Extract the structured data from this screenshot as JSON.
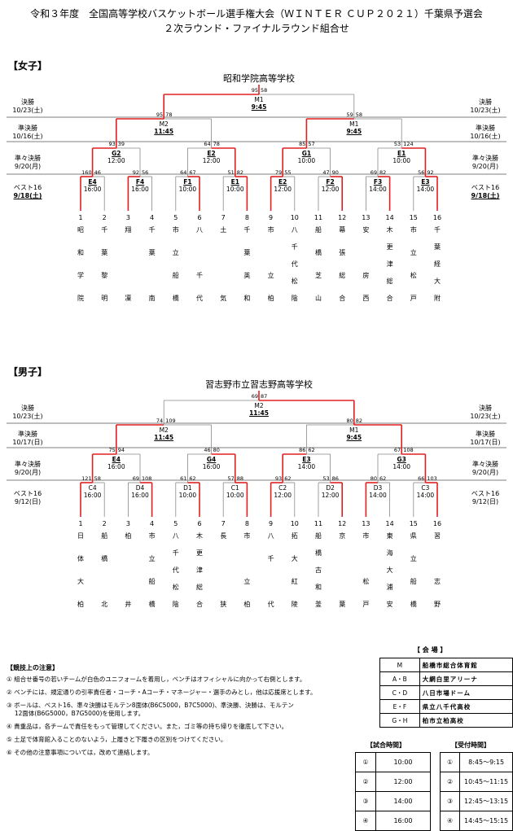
{
  "header": {
    "line1": "令和３年度　全国高等学校バスケットボール選手権大会（ＷＩＮＴＥＲ ＣＵＰ２０２１）千葉県予選会",
    "line2": "２次ラウンド・ファイナルラウンド組合せ"
  },
  "women": {
    "label": "【女子】",
    "champion": "昭和学院高等学校",
    "rounds_left": [
      {
        "name": "決勝",
        "date": "10/23(土)"
      },
      {
        "name": "準決勝",
        "date": "10/16(土)"
      },
      {
        "name": "準々決勝",
        "date": "9/20(月)"
      },
      {
        "name": "ベスト16",
        "date": "9/18(土)"
      }
    ],
    "rounds_right": [
      {
        "name": "決勝",
        "date": "10/23(土)"
      },
      {
        "name": "準決勝",
        "date": "10/16(土)"
      },
      {
        "name": "準々決勝",
        "date": "9/20(月)"
      },
      {
        "name": "ベスト16",
        "date": "9/18(土)"
      }
    ],
    "final": {
      "court": "M1",
      "time": "9:45",
      "s1": "95",
      "s2": "58"
    },
    "semis": [
      {
        "court": "M2",
        "time": "11:45",
        "s1": "95",
        "s2": "78"
      },
      {
        "court": "M1",
        "time": "9:45",
        "s1": "59",
        "s2": "58"
      }
    ],
    "qf": [
      {
        "court": "G2",
        "time": "12:00",
        "s1": "93",
        "s2": "39"
      },
      {
        "court": "E2",
        "time": "12:00",
        "s1": "64",
        "s2": "78"
      },
      {
        "court": "G1",
        "time": "10:00",
        "s1": "85",
        "s2": "57"
      },
      {
        "court": "E1",
        "time": "10:00",
        "s1": "53",
        "s2": "124"
      }
    ],
    "r16": [
      {
        "court": "E4",
        "time": "16:00",
        "s1": "160",
        "s2": "46"
      },
      {
        "court": "F4",
        "time": "16:00",
        "s1": "92",
        "s2": "56"
      },
      {
        "court": "F1",
        "time": "10:00",
        "s1": "64",
        "s2": "67"
      },
      {
        "court": "E1",
        "time": "10:00",
        "s1": "51",
        "s2": "82"
      },
      {
        "court": "E2",
        "time": "12:00",
        "s1": "79",
        "s2": "55"
      },
      {
        "court": "F2",
        "time": "12:00",
        "s1": "47",
        "s2": "90"
      },
      {
        "court": "F3",
        "time": "14:00",
        "s1": "69",
        "s2": "82"
      },
      {
        "court": "E3",
        "time": "14:00",
        "s1": "56",
        "s2": "92"
      }
    ],
    "teams": [
      {
        "no": "1",
        "c": [
          "昭",
          "和",
          "学",
          "院"
        ]
      },
      {
        "no": "2",
        "c": [
          "千",
          "葉",
          "黎",
          "明"
        ]
      },
      {
        "no": "3",
        "c": [
          "翔",
          "",
          "",
          "凜"
        ]
      },
      {
        "no": "4",
        "c": [
          "千",
          "葉",
          "",
          "南"
        ]
      },
      {
        "no": "5",
        "c": [
          "市",
          "立",
          "船",
          "橋"
        ]
      },
      {
        "no": "6",
        "c": [
          "八",
          "",
          "千",
          "代"
        ]
      },
      {
        "no": "7",
        "c": [
          "土",
          "",
          "",
          "気"
        ]
      },
      {
        "no": "8",
        "c": [
          "千",
          "葉",
          "英",
          "和"
        ]
      },
      {
        "no": "9",
        "c": [
          "市",
          "",
          "立",
          "柏"
        ]
      },
      {
        "no": "10",
        "c": [
          "八",
          "千",
          "代",
          "松",
          "陰"
        ]
      },
      {
        "no": "11",
        "c": [
          "船",
          "橋",
          "芝",
          "山"
        ]
      },
      {
        "no": "12",
        "c": [
          "幕",
          "張",
          "総",
          "合"
        ]
      },
      {
        "no": "13",
        "c": [
          "安",
          "",
          "房",
          "西"
        ]
      },
      {
        "no": "14",
        "c": [
          "木",
          "更",
          "津",
          "総",
          "合"
        ]
      },
      {
        "no": "15",
        "c": [
          "市",
          "立",
          "松",
          "戸"
        ]
      },
      {
        "no": "16",
        "c": [
          "千",
          "葉",
          "経",
          "大",
          "附"
        ]
      }
    ]
  },
  "men": {
    "label": "【男子】",
    "champion": "習志野市立習志野高等学校",
    "rounds_left": [
      {
        "name": "決勝",
        "date": "10/23(土)"
      },
      {
        "name": "準決勝",
        "date": "10/17(日)"
      },
      {
        "name": "準々決勝",
        "date": "9/20(月)"
      },
      {
        "name": "ベスト16",
        "date": "9/12(日)"
      }
    ],
    "rounds_right": [
      {
        "name": "決勝",
        "date": "10/23(土)"
      },
      {
        "name": "準決勝",
        "date": "10/17(日)"
      },
      {
        "name": "準々決勝",
        "date": "9/20(月)"
      },
      {
        "name": "ベスト16",
        "date": "9/12(日)"
      }
    ],
    "final": {
      "court": "M2",
      "time": "11:45",
      "s1": "69",
      "s2": "87"
    },
    "semis": [
      {
        "court": "M2",
        "time": "11:45",
        "s1": "74",
        "s2": "109"
      },
      {
        "court": "M1",
        "time": "9:45",
        "s1": "80",
        "s2": "82"
      }
    ],
    "qf": [
      {
        "court": "E4",
        "time": "16:00",
        "s1": "75",
        "s2": "94"
      },
      {
        "court": "G4",
        "time": "16:00",
        "s1": "46",
        "s2": "80"
      },
      {
        "court": "E3",
        "time": "14:00",
        "s1": "86",
        "s2": "62"
      },
      {
        "court": "G3",
        "time": "14:00",
        "s1": "67",
        "s2": "108"
      }
    ],
    "r16": [
      {
        "court": "C4",
        "time": "16:00",
        "s1": "121",
        "s2": "58"
      },
      {
        "court": "D4",
        "time": "16:00",
        "s1": "69",
        "s2": "108"
      },
      {
        "court": "D1",
        "time": "10:00",
        "s1": "61",
        "s2": "62"
      },
      {
        "court": "C1",
        "time": "10:00",
        "s1": "57",
        "s2": "88"
      },
      {
        "court": "C2",
        "time": "12:00",
        "s1": "93",
        "s2": "62"
      },
      {
        "court": "D2",
        "time": "12:00",
        "s1": "53",
        "s2": "86"
      },
      {
        "court": "D3",
        "time": "14:00",
        "s1": "80",
        "s2": "62"
      },
      {
        "court": "C3",
        "time": "14:00",
        "s1": "66",
        "s2": "103"
      }
    ],
    "teams": [
      {
        "no": "1",
        "c": [
          "日",
          "体",
          "大",
          "柏"
        ]
      },
      {
        "no": "2",
        "c": [
          "船",
          "橋",
          "",
          "北"
        ]
      },
      {
        "no": "3",
        "c": [
          "柏",
          "",
          "",
          "井"
        ]
      },
      {
        "no": "4",
        "c": [
          "市",
          "立",
          "船",
          "橋"
        ]
      },
      {
        "no": "5",
        "c": [
          "八",
          "千",
          "代",
          "松",
          "陰"
        ]
      },
      {
        "no": "6",
        "c": [
          "木",
          "更",
          "津",
          "総",
          "合"
        ]
      },
      {
        "no": "7",
        "c": [
          "長",
          "",
          "",
          "狭"
        ]
      },
      {
        "no": "8",
        "c": [
          "市",
          "",
          "立",
          "柏"
        ]
      },
      {
        "no": "9",
        "c": [
          "八",
          "千",
          "",
          "代"
        ]
      },
      {
        "no": "10",
        "c": [
          "拓",
          "大",
          "紅",
          "陵"
        ]
      },
      {
        "no": "11",
        "c": [
          "船",
          "橋",
          "古",
          "和",
          "釜"
        ]
      },
      {
        "no": "12",
        "c": [
          "京",
          "",
          "",
          "葉"
        ]
      },
      {
        "no": "13",
        "c": [
          "市",
          "",
          "松",
          "戸"
        ]
      },
      {
        "no": "14",
        "c": [
          "東",
          "海",
          "大",
          "浦",
          "安"
        ]
      },
      {
        "no": "15",
        "c": [
          "県",
          "立",
          "船",
          "橋"
        ]
      },
      {
        "no": "16",
        "c": [
          "習",
          "",
          "志",
          "野"
        ]
      }
    ]
  },
  "notes": {
    "heading": "【競技上の注意】",
    "items": [
      "① 組合せ番号の若いチームが白色のユニフォームを着用し，ベンチはオフィシャルに向かって右側とします。",
      "② ベンチには、規定通りの引率責任者・コーチ・Aコーチ・マネージャー・選手のみとし，他は応援席とします。",
      "③ ボールは、ベスト16、準々決勝はモルテン8面体(B6C5000，B7C5000)、準決勝、決勝は、モルテン",
      "　 12面体(B6G5000，B7G5000)を使用します。",
      "④ 貴重品は，各チームで責任をもって管理してください。また，ゴミ等の持ち帰りを徹底して下さい。",
      "⑤ 土足で体育館入ることのないよう，上履きと下履きの区別をつけてください。",
      "⑥ その他の注意事項については，改めて連絡します。"
    ]
  },
  "venues": {
    "heading": "【 会 場 】",
    "rows": [
      {
        "k": "M",
        "v": "船橋市総合体育館"
      },
      {
        "k": "A・B",
        "v": "大網白里アリーナ"
      },
      {
        "k": "C・D",
        "v": "八日市場ドーム"
      },
      {
        "k": "E・F",
        "v": "県立八千代高校"
      },
      {
        "k": "G・H",
        "v": "柏市立柏高校"
      }
    ]
  },
  "match_times": {
    "heading": "【試合時間】",
    "rows": [
      {
        "n": "①",
        "t": "10:00"
      },
      {
        "n": "②",
        "t": "12:00"
      },
      {
        "n": "③",
        "t": "14:00"
      },
      {
        "n": "④",
        "t": "16:00"
      }
    ]
  },
  "reception": {
    "heading": "【受付時間】",
    "rows": [
      {
        "n": "①",
        "t": "8:45～9:15"
      },
      {
        "n": "②",
        "t": "10:45～11:15"
      },
      {
        "n": "③",
        "t": "12:45～13:15"
      },
      {
        "n": "④",
        "t": "14:45～15:15"
      }
    ]
  },
  "colors": {
    "win": "#e02020",
    "lose": "#888888",
    "sep": "#000000"
  }
}
